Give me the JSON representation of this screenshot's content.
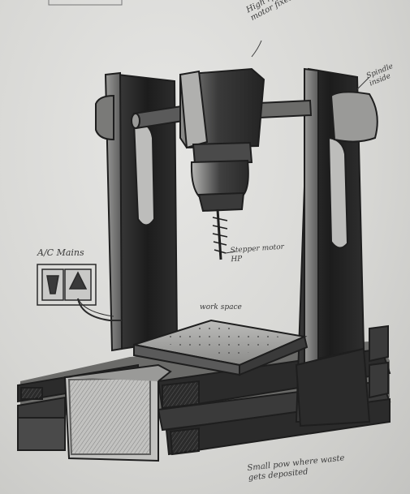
{
  "labels": {
    "motor_top": "High rpm\nmotor fixed inside",
    "spindle_right": "Spindle\ninside",
    "ac_mains": "A/C Mains",
    "stepper_motor": "Stepper motor\nHP",
    "work_space": "work space",
    "dust_tray": "Small pow where waste\ngets deposited"
  },
  "colors": {
    "paper": "#d9d9d7",
    "pencil_dark": "#1e1e1e",
    "pencil_mid": "#5a5a5a",
    "pencil_light": "#9a9a98"
  }
}
